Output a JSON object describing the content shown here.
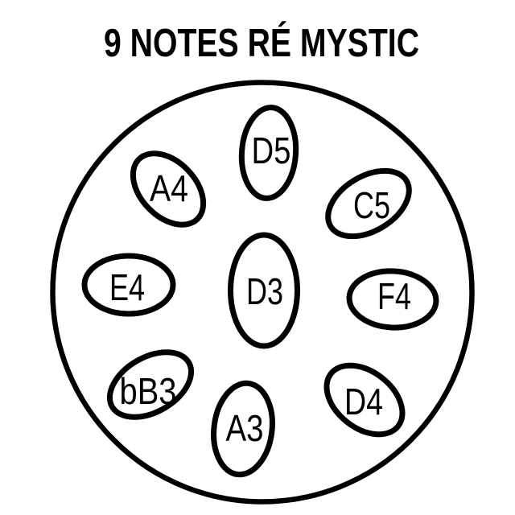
{
  "title": "9 NOTES RÉ MYSTIC",
  "colors": {
    "ink": "#000000",
    "background": "#ffffff"
  },
  "drum": {
    "notes": [
      {
        "label": "D5",
        "position": "top"
      },
      {
        "label": "A4",
        "position": "upper-left"
      },
      {
        "label": "C5",
        "position": "upper-right"
      },
      {
        "label": "E4",
        "position": "left"
      },
      {
        "label": "D3",
        "position": "center"
      },
      {
        "label": "F4",
        "position": "right"
      },
      {
        "label": "bB3",
        "position": "lower-left"
      },
      {
        "label": "A3",
        "position": "bottom"
      },
      {
        "label": "D4",
        "position": "lower-right"
      }
    ]
  }
}
